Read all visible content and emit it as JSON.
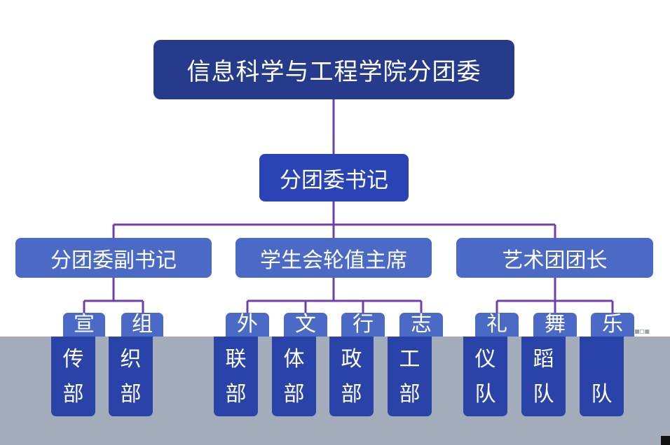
{
  "root": {
    "label": "信息科学与工程学院分团委"
  },
  "secretary": {
    "label": "分团委书记"
  },
  "departments": [
    {
      "label": "分团委副书记",
      "units": [
        {
          "top": "宣",
          "lines": [
            "传",
            "部"
          ]
        },
        {
          "top": "组",
          "lines": [
            "织",
            "部"
          ]
        }
      ]
    },
    {
      "label": "学生会轮值主席",
      "units": [
        {
          "top": "外",
          "lines": [
            "联",
            "部"
          ]
        },
        {
          "top": "文",
          "lines": [
            "体",
            "部"
          ]
        },
        {
          "top": "行",
          "lines": [
            "政",
            "部"
          ]
        },
        {
          "top": "志",
          "lines": [
            "工",
            "部"
          ]
        }
      ]
    },
    {
      "label": "艺术团团长",
      "units": [
        {
          "top": "礼",
          "lines": [
            "仪",
            "队"
          ]
        },
        {
          "top": "舞",
          "lines": [
            "蹈",
            "队"
          ]
        },
        {
          "top": "乐",
          "lines": [
            "",
            "队"
          ]
        }
      ]
    }
  ],
  "colors": {
    "root": "#263b8c",
    "secretary": "#2a44b6",
    "dept_head": "#4a6ac6",
    "unit": "#2943a8",
    "connector": "#7040a8",
    "overlay": "#a3acba"
  }
}
